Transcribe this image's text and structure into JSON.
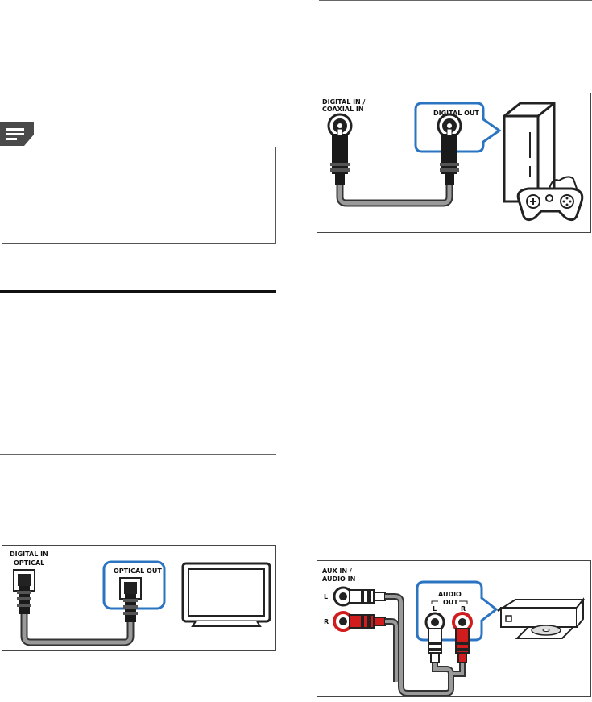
{
  "colors": {
    "accent_blue": "#2b74c2",
    "cable_gray": "#8f8f8f",
    "red_jack": "#d01c1c",
    "note_icon_bg": "#4a4a4a"
  },
  "icons": [
    "note-icon",
    "game-console-icon",
    "gamepad-icon",
    "tv-icon",
    "dvd-player-icon"
  ],
  "diagram_coaxial": {
    "input_label_1": "DIGITAL IN /",
    "input_label_2": "COAXIAL IN",
    "output_label": "DIGITAL OUT"
  },
  "diagram_optical": {
    "input_label_1": "DIGITAL IN",
    "input_label_2": "OPTICAL",
    "output_label": "OPTICAL OUT"
  },
  "diagram_analog": {
    "input_label_1": "AUX IN /",
    "input_label_2": "AUDIO IN",
    "left_label": "L",
    "right_label": "R",
    "output_label_1": "AUDIO",
    "output_label_2": "OUT",
    "out_left": "L",
    "out_right": "R"
  }
}
